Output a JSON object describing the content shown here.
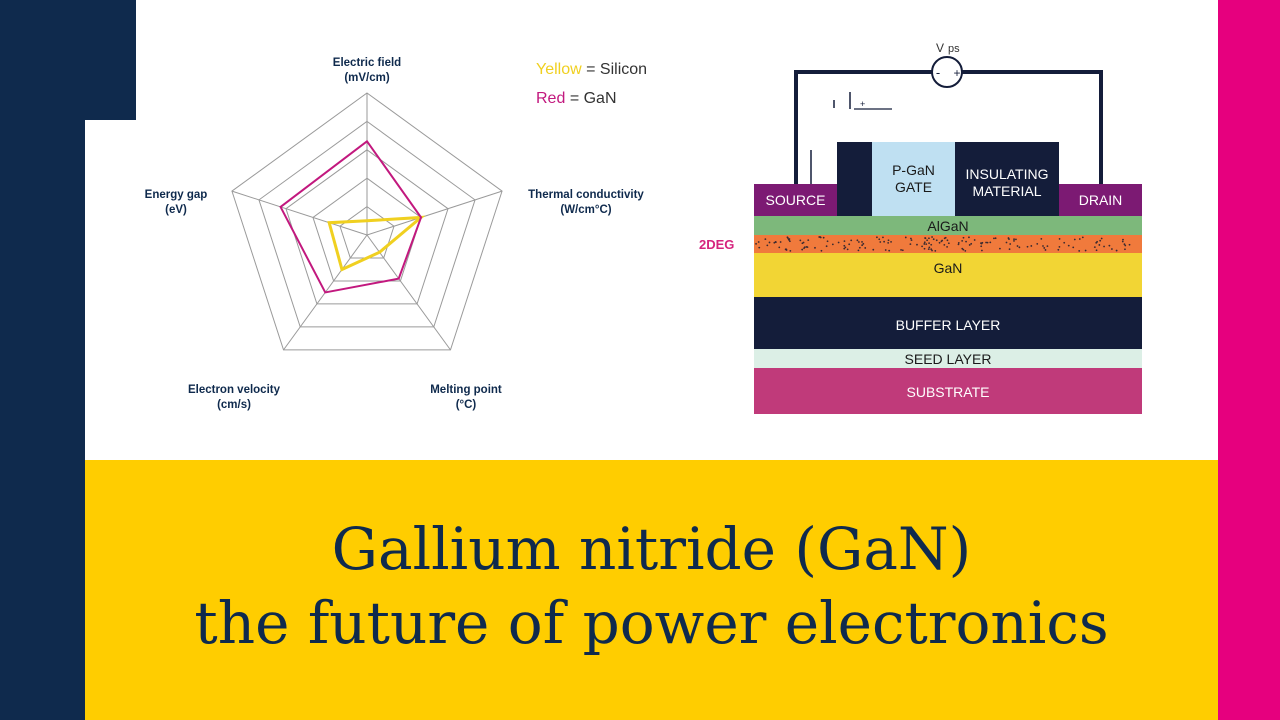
{
  "radar": {
    "axes": [
      {
        "line1": "Electric field",
        "line2": "(mV/cm)"
      },
      {
        "line1": "Thermal conductivity",
        "line2": "(W/cm°C)"
      },
      {
        "line1": "Melting point",
        "line2": "(°C)"
      },
      {
        "line1": "Electron velocity",
        "line2": "(cm/s)"
      },
      {
        "line1": "Energy gap",
        "line2": "(eV)"
      }
    ],
    "levels": 5,
    "silicon": [
      0.1,
      0.4,
      0.15,
      0.3,
      0.28
    ],
    "gan": [
      0.66,
      0.4,
      0.38,
      0.5,
      0.64
    ],
    "colors": {
      "silicon": "#f0d020",
      "gan": "#c2187e",
      "grid": "#9a9a9a"
    }
  },
  "legend": {
    "silicon_color_word": "Yellow",
    "silicon_rest": "= Silicon",
    "gan_color_word": "Red",
    "gan_rest": "= GaN"
  },
  "device": {
    "vds_label": "V",
    "vds_sub": "ps",
    "minus": "-",
    "plus": "+",
    "small_plus": "+",
    "source": "SOURCE",
    "gate_line1": "P-GaN",
    "gate_line2": "GATE",
    "insulating_line1": "INSULATING",
    "insulating_line2": "MATERIAL",
    "drain": "DRAIN",
    "algan": "AlGaN",
    "two_deg": "2DEG",
    "gan": "GaN",
    "buffer": "BUFFER LAYER",
    "seed": "SEED LAYER",
    "substrate": "SUBSTRATE"
  },
  "headline": {
    "line1": "Gallium nitride (GaN)",
    "line2": "the future of power electronics"
  }
}
